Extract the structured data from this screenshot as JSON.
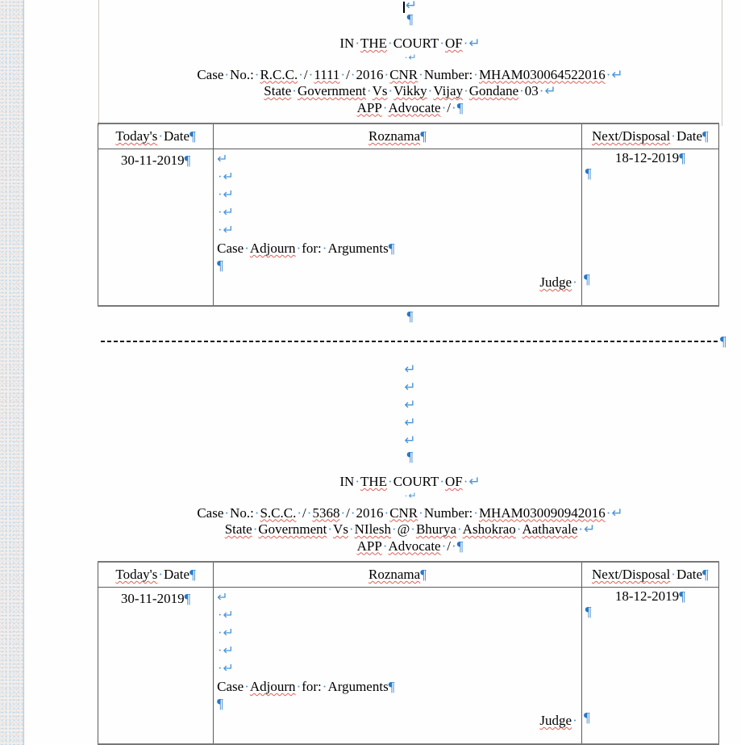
{
  "marks": {
    "space": "·",
    "line_break": "↵",
    "pilcrow": "¶"
  },
  "colors": {
    "formatting_mark_blue": "#4c94d8",
    "pilcrow_blue": "#2878c8",
    "spellcheck_red": "#e0605a",
    "table_border_gray": "#5c5c5c",
    "page_background": "#fdfefd"
  },
  "top": {
    "caret_line": [
      [
        "cr",
        ""
      ],
      [
        "a",
        "↵"
      ]
    ],
    "pilcrow_line": [
      [
        "p",
        "¶"
      ]
    ]
  },
  "sections": [
    {
      "court_line": [
        [
          "w",
          "IN"
        ],
        [
          "s",
          "·"
        ],
        [
          "m",
          "THE"
        ],
        [
          "s",
          "·"
        ],
        [
          "w",
          "COURT"
        ],
        [
          "s",
          "·"
        ],
        [
          "m",
          "OF"
        ],
        [
          "s",
          "·"
        ],
        [
          "a",
          "↵"
        ]
      ],
      "small_line": [
        [
          "s",
          "·"
        ],
        [
          "a",
          "↵"
        ]
      ],
      "case_line": [
        [
          "w",
          "Case"
        ],
        [
          "s",
          "·"
        ],
        [
          "w",
          "No.:"
        ],
        [
          "s",
          "·"
        ],
        [
          "m",
          "R.C.C."
        ],
        [
          "s",
          "·"
        ],
        [
          "w",
          "/"
        ],
        [
          "s",
          "·"
        ],
        [
          "m",
          "1111"
        ],
        [
          "s",
          "·"
        ],
        [
          "w",
          "/"
        ],
        [
          "s",
          "·"
        ],
        [
          "w",
          "2016"
        ],
        [
          "s",
          "·"
        ],
        [
          "m",
          "CNR"
        ],
        [
          "s",
          "·"
        ],
        [
          "w",
          "Number:"
        ],
        [
          "s",
          "·"
        ],
        [
          "m",
          "MHAM030064522016"
        ],
        [
          "s",
          "·"
        ],
        [
          "a",
          "↵"
        ]
      ],
      "party_line": [
        [
          "m",
          "State"
        ],
        [
          "s",
          "·"
        ],
        [
          "m",
          "Government"
        ],
        [
          "s",
          "·"
        ],
        [
          "m",
          "Vs"
        ],
        [
          "s",
          "·"
        ],
        [
          "m",
          "Vikky"
        ],
        [
          "s",
          "·"
        ],
        [
          "m",
          "Vijay"
        ],
        [
          "s",
          "·"
        ],
        [
          "m",
          "Gondane"
        ],
        [
          "s",
          "·"
        ],
        [
          "w",
          "03"
        ],
        [
          "s",
          "·"
        ],
        [
          "a",
          "↵"
        ]
      ],
      "advocate_line": [
        [
          "m",
          "APP"
        ],
        [
          "s",
          "·"
        ],
        [
          "m",
          "Advocate"
        ],
        [
          "s",
          "·"
        ],
        [
          "w",
          "/"
        ],
        [
          "s",
          "·"
        ],
        [
          "p",
          "¶"
        ]
      ],
      "table": {
        "headers": {
          "today": [
            [
              "m",
              "Today's"
            ],
            [
              "s",
              "·"
            ],
            [
              "w",
              "Date"
            ],
            [
              "p",
              "¶"
            ]
          ],
          "roznama": [
            [
              "m",
              "Roznama"
            ],
            [
              "p",
              "¶"
            ]
          ],
          "next": [
            [
              "m",
              "Next/Disposal"
            ],
            [
              "s",
              "·"
            ],
            [
              "w",
              "Date"
            ],
            [
              "p",
              "¶"
            ]
          ]
        },
        "row": {
          "today_date": [
            [
              "w",
              "30-11-2019"
            ],
            [
              "p",
              "¶"
            ]
          ],
          "breaks": [
            [
              [
                "a",
                "↵"
              ]
            ],
            [
              [
                "s",
                "·"
              ],
              [
                "a",
                "↵"
              ]
            ],
            [
              [
                "s",
                "·"
              ],
              [
                "a",
                "↵"
              ]
            ],
            [
              [
                "s",
                "·"
              ],
              [
                "a",
                "↵"
              ]
            ],
            [
              [
                "s",
                "·"
              ],
              [
                "a",
                "↵"
              ]
            ]
          ],
          "adjourn_line": [
            [
              "w",
              "Case"
            ],
            [
              "s",
              "·"
            ],
            [
              "m",
              "Adjourn"
            ],
            [
              "s",
              "·"
            ],
            [
              "w",
              "for:"
            ],
            [
              "s",
              "·"
            ],
            [
              "w",
              "Arguments"
            ],
            [
              "p",
              "¶"
            ]
          ],
          "empty_line": [
            [
              "p",
              "¶"
            ]
          ],
          "judge_line": [
            [
              "m",
              "Judge"
            ],
            [
              "s",
              "·"
            ]
          ],
          "judge_overflow": [
            [
              "p",
              "¶"
            ]
          ],
          "next_date": [
            [
              "w",
              "18-12-2019"
            ],
            [
              "p",
              "¶"
            ]
          ],
          "next_cell_pilcrow": [
            [
              "p",
              "¶"
            ]
          ]
        }
      }
    },
    {
      "court_line": [
        [
          "w",
          "IN"
        ],
        [
          "s",
          "·"
        ],
        [
          "m",
          "THE"
        ],
        [
          "s",
          "·"
        ],
        [
          "w",
          "COURT"
        ],
        [
          "s",
          "·"
        ],
        [
          "m",
          "OF"
        ],
        [
          "s",
          "·"
        ],
        [
          "a",
          "↵"
        ]
      ],
      "small_line": [
        [
          "s",
          "·"
        ],
        [
          "a",
          "↵"
        ]
      ],
      "case_line": [
        [
          "w",
          "Case"
        ],
        [
          "s",
          "·"
        ],
        [
          "w",
          "No.:"
        ],
        [
          "s",
          "·"
        ],
        [
          "m",
          "S.C.C."
        ],
        [
          "s",
          "·"
        ],
        [
          "w",
          "/"
        ],
        [
          "s",
          "·"
        ],
        [
          "m",
          "5368"
        ],
        [
          "s",
          "·"
        ],
        [
          "w",
          "/"
        ],
        [
          "s",
          "·"
        ],
        [
          "w",
          "2016"
        ],
        [
          "s",
          "·"
        ],
        [
          "m",
          "CNR"
        ],
        [
          "s",
          "·"
        ],
        [
          "w",
          "Number:"
        ],
        [
          "s",
          "·"
        ],
        [
          "m",
          "MHAM030090942016"
        ],
        [
          "s",
          "·"
        ],
        [
          "a",
          "↵"
        ]
      ],
      "party_line": [
        [
          "m",
          "State"
        ],
        [
          "s",
          "·"
        ],
        [
          "m",
          "Government"
        ],
        [
          "s",
          "·"
        ],
        [
          "m",
          "Vs"
        ],
        [
          "s",
          "·"
        ],
        [
          "m",
          "NIlesh"
        ],
        [
          "s",
          "·"
        ],
        [
          "w",
          "@"
        ],
        [
          "s",
          "·"
        ],
        [
          "m",
          "Bhurya"
        ],
        [
          "s",
          "·"
        ],
        [
          "m",
          "Ashokrao"
        ],
        [
          "s",
          "·"
        ],
        [
          "m",
          "Aathavale"
        ],
        [
          "s",
          "·"
        ],
        [
          "a",
          "↵"
        ]
      ],
      "advocate_line": [
        [
          "m",
          "APP"
        ],
        [
          "s",
          "·"
        ],
        [
          "m",
          "Advocate"
        ],
        [
          "s",
          "·"
        ],
        [
          "w",
          "/"
        ],
        [
          "s",
          "·"
        ],
        [
          "p",
          "¶"
        ]
      ],
      "table": {
        "headers": {
          "today": [
            [
              "m",
              "Today's"
            ],
            [
              "s",
              "·"
            ],
            [
              "w",
              "Date"
            ],
            [
              "p",
              "¶"
            ]
          ],
          "roznama": [
            [
              "m",
              "Roznama"
            ],
            [
              "p",
              "¶"
            ]
          ],
          "next": [
            [
              "m",
              "Next/Disposal"
            ],
            [
              "s",
              "·"
            ],
            [
              "w",
              "Date"
            ],
            [
              "p",
              "¶"
            ]
          ]
        },
        "row": {
          "today_date": [
            [
              "w",
              "30-11-2019"
            ],
            [
              "p",
              "¶"
            ]
          ],
          "breaks": [
            [
              [
                "a",
                "↵"
              ]
            ],
            [
              [
                "s",
                "·"
              ],
              [
                "a",
                "↵"
              ]
            ],
            [
              [
                "s",
                "·"
              ],
              [
                "a",
                "↵"
              ]
            ],
            [
              [
                "s",
                "·"
              ],
              [
                "a",
                "↵"
              ]
            ],
            [
              [
                "s",
                "·"
              ],
              [
                "a",
                "↵"
              ]
            ]
          ],
          "adjourn_line": [
            [
              "w",
              "Case"
            ],
            [
              "s",
              "·"
            ],
            [
              "m",
              "Adjourn"
            ],
            [
              "s",
              "·"
            ],
            [
              "w",
              "for:"
            ],
            [
              "s",
              "·"
            ],
            [
              "w",
              "Arguments"
            ],
            [
              "p",
              "¶"
            ]
          ],
          "empty_line": [
            [
              "p",
              "¶"
            ]
          ],
          "judge_line": [
            [
              "m",
              "Judge"
            ],
            [
              "s",
              "·"
            ]
          ],
          "judge_overflow": [
            [
              "p",
              "¶"
            ]
          ],
          "next_date": [
            [
              "w",
              "18-12-2019"
            ],
            [
              "p",
              "¶"
            ]
          ],
          "next_cell_pilcrow": [
            [
              "p",
              "¶"
            ]
          ]
        }
      }
    }
  ],
  "interlude": {
    "after_table_pilcrow": [
      [
        "p",
        "¶"
      ]
    ],
    "divider_pilcrow": [
      [
        "p",
        "¶"
      ]
    ],
    "line_breaks": [
      [
        [
          "a",
          "↵"
        ]
      ],
      [
        [
          "a",
          "↵"
        ]
      ],
      [
        [
          "a",
          "↵"
        ]
      ],
      [
        [
          "a",
          "↵"
        ]
      ],
      [
        [
          "a",
          "↵"
        ]
      ]
    ],
    "pilcrow_line": [
      [
        "p",
        "¶"
      ]
    ]
  },
  "bottom": {
    "pilcrow_line": [
      [
        "p",
        "¶"
      ]
    ]
  }
}
